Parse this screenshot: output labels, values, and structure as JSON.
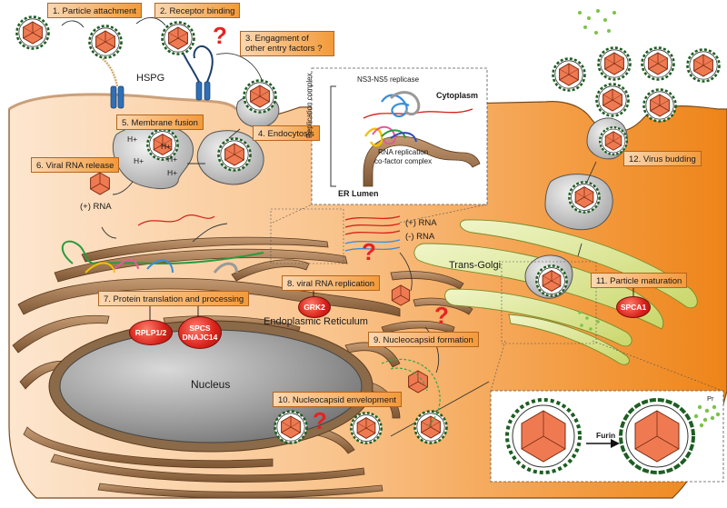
{
  "steps": {
    "s1": "1. Particle attachment",
    "s2": "2. Receptor binding",
    "s3": "3. Engagment of other entry factors ?",
    "s4": "4. Endocytosis",
    "s5": "5. Membrane fusion",
    "s6": "6. Viral RNA release",
    "s7": "7. Protein translation and processing",
    "s8": "8. viral RNA replication",
    "s9": "9. Nucleocapsid formation",
    "s10": "10. Nucleocapsid envelopment",
    "s11": "11. Particle maturation",
    "s12": "12. Virus budding"
  },
  "labels": {
    "hspg": "HSPG",
    "h_plus": "H+",
    "pos_rna": "(+) RNA",
    "neg_rna": "(-) RNA",
    "er": "Endoplasmic Reticulum",
    "nucleus": "Nucleus",
    "trans_golgi": "Trans-Golgi",
    "furin": "Furin",
    "pr": "Pr"
  },
  "inset": {
    "side_label": "Replication complex",
    "replicase": "NS3-NS5 replicase",
    "cytoplasm": "Cytoplasm",
    "cofactor": "RNA replication\nco-factor complex",
    "er_lumen": "ER Lumen"
  },
  "host_factors": {
    "rplp": "RPLP1/2",
    "spcs": "SPCS\nDNAJC14",
    "grk2": "GRK2",
    "spca1": "SPCA1"
  },
  "question_mark": "?",
  "colors": {
    "cell_light": "#fbe0c4",
    "cell_dark": "#f08a1e",
    "virus_core": "#e8623c",
    "envelope": "#2e7d32",
    "golgi": "#dfe7a0",
    "er": "#a47b55",
    "nucleus": "#8c8c8c",
    "host_factor": "#d8221a",
    "label_box": "#f39a3a"
  }
}
